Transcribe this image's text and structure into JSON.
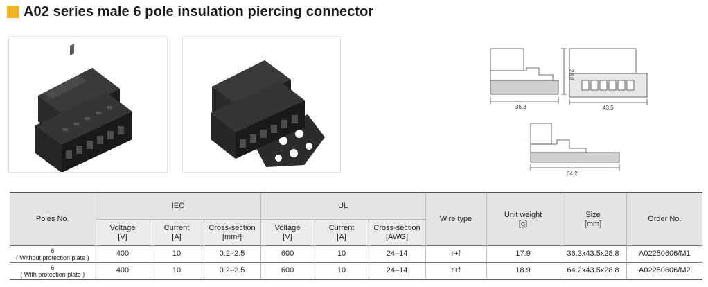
{
  "title": "A02 series male 6 pole insulation  piercing connector",
  "colors": {
    "accent": "#f0b323",
    "header_bg": "#e4e4e4"
  },
  "drawing_dims": {
    "height": "28.8",
    "length_side": "36.3",
    "width_front": "43.5",
    "length_plate": "64.2"
  },
  "table": {
    "headers": {
      "poles_no": "Poles No.",
      "iec": "IEC",
      "ul": "UL",
      "wire_type": "Wire type",
      "unit_weight": "Unit weight",
      "unit_weight_unit": "[g]",
      "size": "Size",
      "size_unit": "[mm]",
      "order_no": "Order No."
    },
    "subheaders": {
      "iec_voltage": "Voltage",
      "iec_voltage_unit": "[V]",
      "iec_current": "Current",
      "iec_current_unit": "[A]",
      "iec_cross": "Cross-section",
      "iec_cross_unit": "[mm²]",
      "ul_voltage": "Voltage",
      "ul_voltage_unit": "[V]",
      "ul_current": "Current",
      "ul_current_unit": "[A]",
      "ul_cross": "Cross-section",
      "ul_cross_unit": "[AWG]"
    },
    "rows": [
      {
        "poles": "6",
        "note": "( Without protection plate )",
        "iec_voltage": "400",
        "iec_current": "10",
        "iec_cross": "0.2–2.5",
        "ul_voltage": "600",
        "ul_current": "10",
        "ul_cross": "24–14",
        "wire_type": "r+f",
        "weight": "17.9",
        "size": "36.3x43.5x28.8",
        "order_no": "A02250606/M1"
      },
      {
        "poles": "6",
        "note": "( With protection plate )",
        "iec_voltage": "400",
        "iec_current": "10",
        "iec_cross": "0.2–2.5",
        "ul_voltage": "600",
        "ul_current": "10",
        "ul_cross": "24–14",
        "wire_type": "r+f",
        "weight": "18.9",
        "size": "64.2x43.5x28.8",
        "order_no": "A02250606/M2"
      }
    ]
  }
}
